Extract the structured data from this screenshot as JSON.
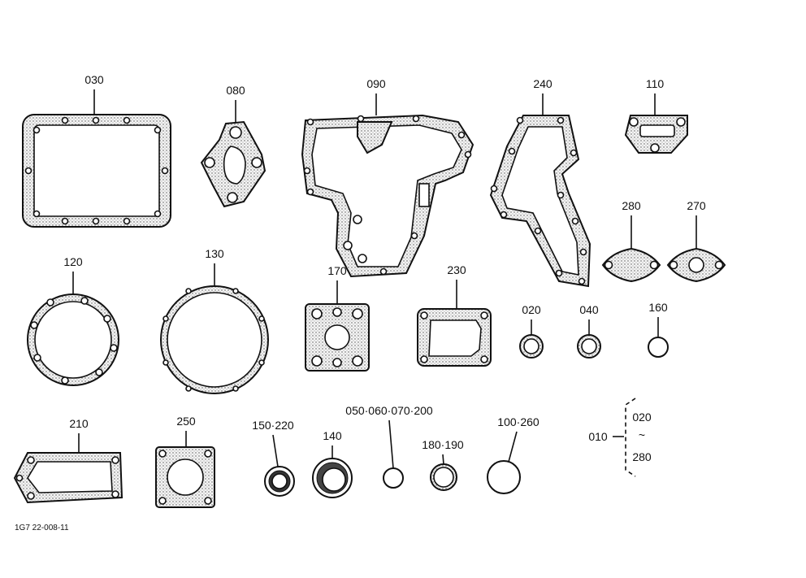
{
  "labels": {
    "p030": "030",
    "p080": "080",
    "p090": "090",
    "p240": "240",
    "p110": "110",
    "p280": "280",
    "p270": "270",
    "p120": "120",
    "p130": "130",
    "p170": "170",
    "p230": "230",
    "p020": "020",
    "p040": "040",
    "p160": "160",
    "p210": "210",
    "p250": "250",
    "p150_220": "150·220",
    "p140": "140",
    "p050_200": "050·060·070·200",
    "p180_190": "180·190",
    "p100_260": "100·260",
    "p010": "010",
    "range_start": "020",
    "range_tilde": "~",
    "range_end": "280"
  },
  "drawing_code": "1G7 22-008-11"
}
